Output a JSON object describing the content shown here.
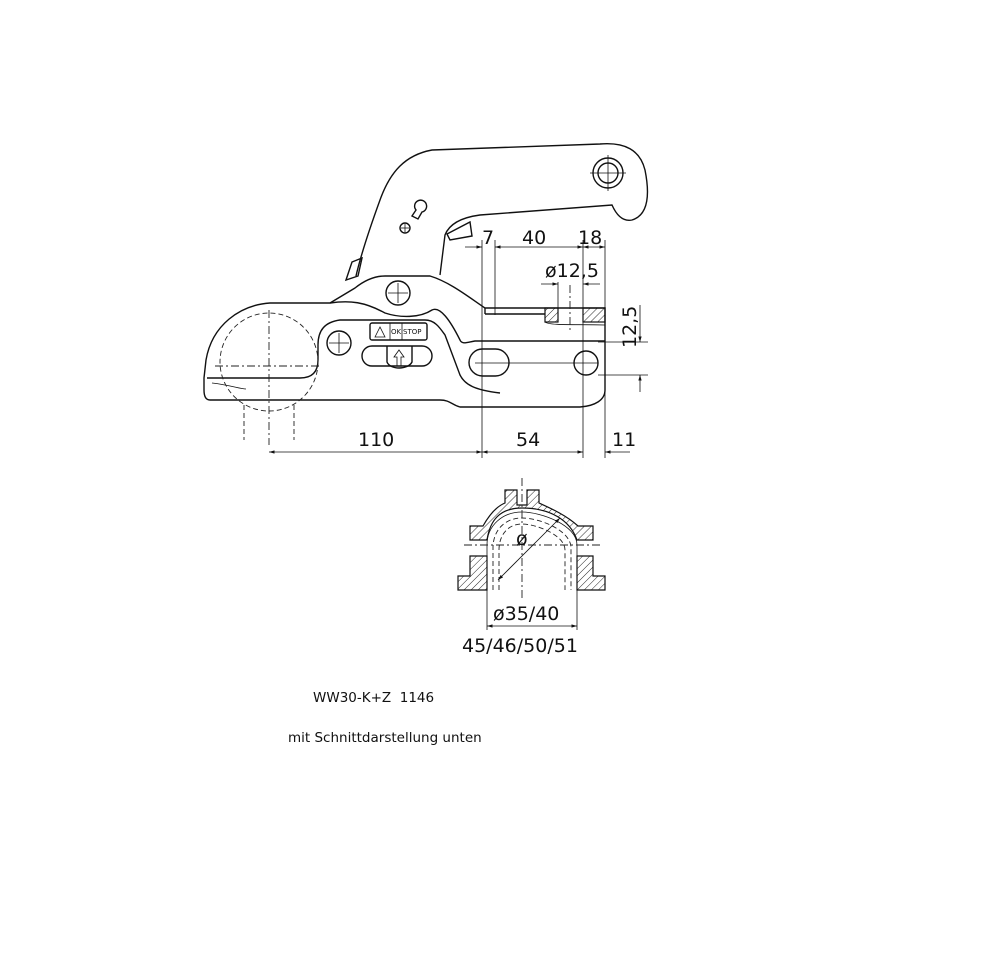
{
  "drawing": {
    "dimensions": {
      "offset_top": "7",
      "hole_spacing_top": "40",
      "edge_top": "18",
      "hole_diameter": "ø12,5",
      "vertical_offset": "12,5",
      "ball_to_hole": "110",
      "hole_spacing": "54",
      "edge_bottom": "11"
    },
    "label_plate": {
      "ok": "OK",
      "stop": "STOP"
    },
    "section": {
      "diameter_symbol": "ø",
      "shaft_diameter": "ø35/40",
      "sizes": "45/46/50/51"
    },
    "caption": {
      "model": "WW30-K+Z  1146",
      "note": "mit Schnittdarstellung unten"
    }
  }
}
